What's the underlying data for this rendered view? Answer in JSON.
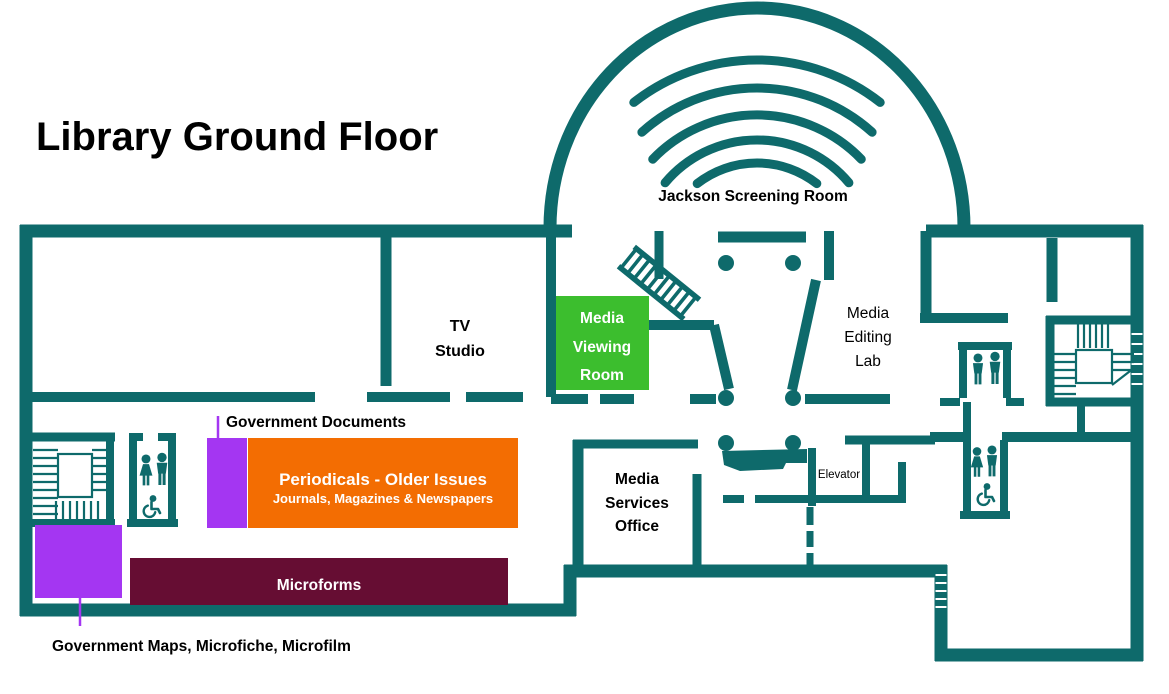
{
  "title": "Library Ground Floor",
  "colors": {
    "wall_teal": "#0E6A6B",
    "media_viewing_green": "#3CBE2E",
    "periodicals_orange": "#F36D02",
    "government_purple": "#A436F2",
    "microforms_maroon": "#660D33",
    "text_black": "#000000",
    "text_white": "#FFFFFF"
  },
  "rooms": {
    "jackson_screening": {
      "label": "Jackson Screening Room"
    },
    "tv_studio": {
      "lines": [
        "TV",
        "Studio"
      ]
    },
    "media_viewing": {
      "lines": [
        "Media",
        "Viewing",
        "Room"
      ]
    },
    "media_editing": {
      "lines": [
        "Media",
        "Editing",
        "Lab"
      ]
    },
    "media_services": {
      "lines": [
        "Media",
        "Services",
        "Office"
      ]
    },
    "elevator": {
      "label": "Elevator"
    }
  },
  "collections": {
    "government_documents": {
      "label": "Government Documents"
    },
    "periodicals": {
      "title": "Periodicals - Older Issues",
      "subtitle": "Journals, Magazines & Newspapers"
    },
    "microforms": {
      "label": "Microforms"
    },
    "government_maps": {
      "label": "Government Maps, Microfiche, Microfilm"
    }
  }
}
